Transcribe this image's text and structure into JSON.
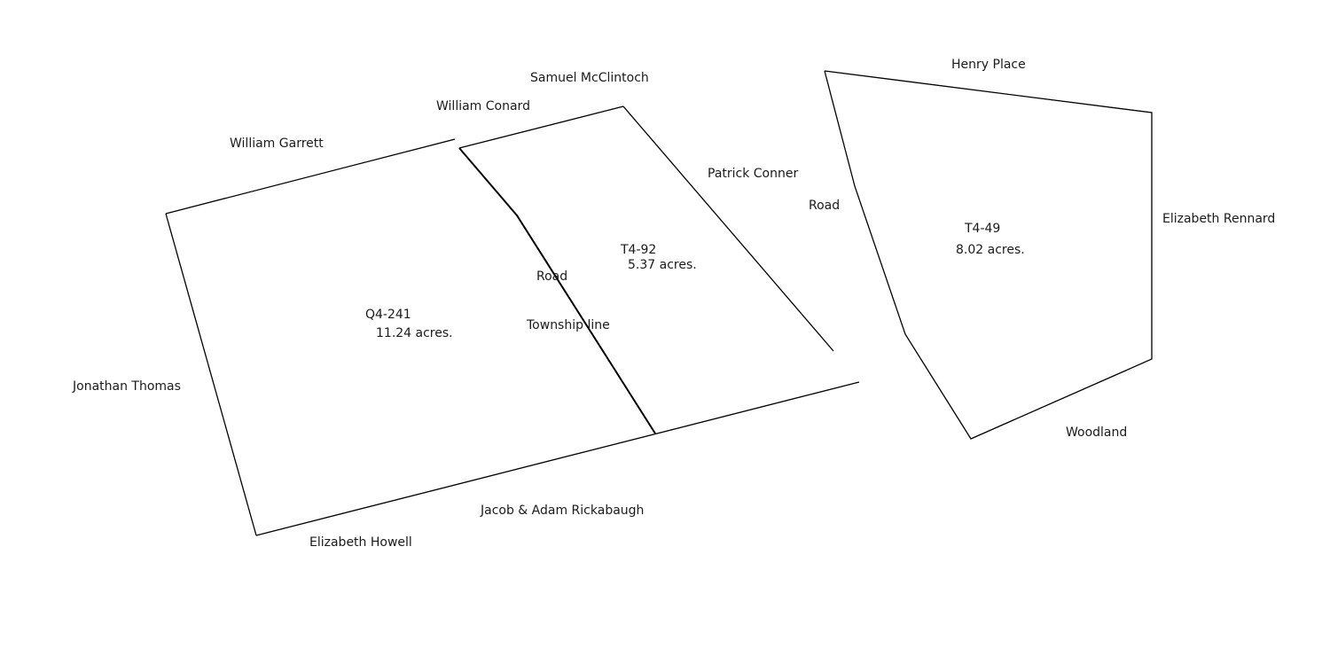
{
  "colors": {
    "line": "#000000",
    "text": "#1a1a1a",
    "background": "#ffffff"
  },
  "parcels": [
    {
      "id": "Q4-241",
      "area": "11.24 acres."
    },
    {
      "id": "T4-92",
      "area": "5.37 acres."
    },
    {
      "id": "T4-49",
      "area": "8.02 acres."
    }
  ],
  "neighbors": {
    "samuel_mcclintoch": "Samuel McClintoch",
    "william_conard": "William Conard",
    "william_garrett": "William Garrett",
    "patrick_conner": "Patrick Conner",
    "jonathan_thomas": "Jonathan Thomas",
    "elizabeth_howell": "Elizabeth Howell",
    "jacob_adam_rickabaugh": "Jacob & Adam Rickabaugh",
    "henry_place": "Henry Place",
    "elizabeth_rennard": "Elizabeth Rennard",
    "woodland": "Woodland"
  },
  "features": {
    "road_center": "Road",
    "township_line": "Township line",
    "road_right": "Road"
  }
}
